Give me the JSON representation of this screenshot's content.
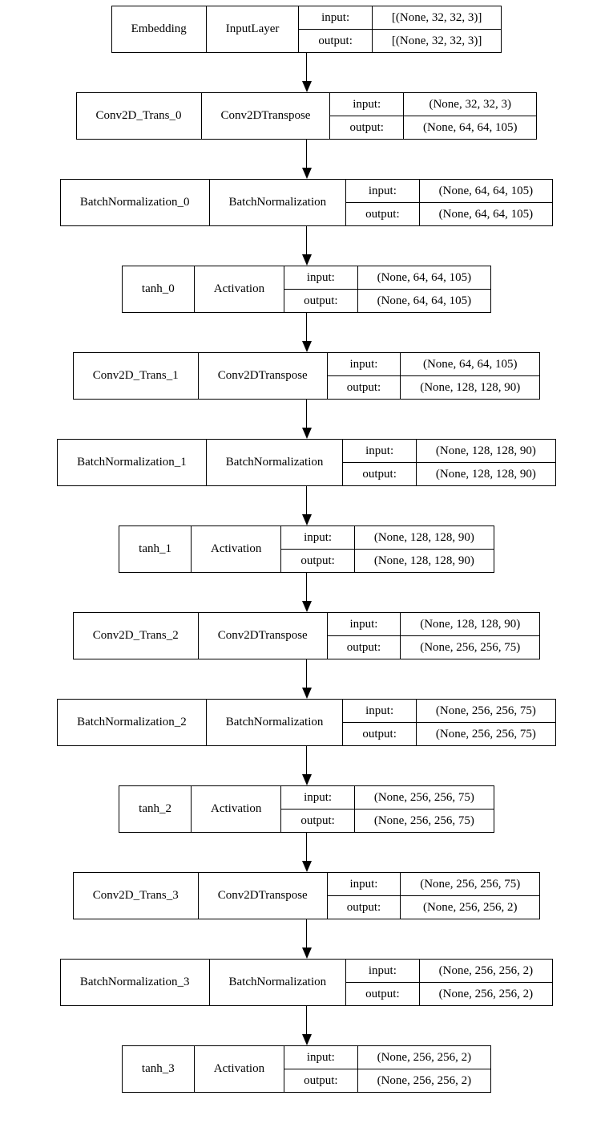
{
  "diagram": {
    "kind": "keras-model-plot",
    "colors": {
      "border": "#000000",
      "background": "#ffffff",
      "text": "#000000"
    },
    "labels": {
      "input": "input:",
      "output": "output:"
    },
    "layers": [
      {
        "name": "Embedding",
        "type": "InputLayer",
        "input_shape": "[(None, 32, 32, 3)]",
        "output_shape": "[(None, 32, 32, 3)]"
      },
      {
        "name": "Conv2D_Trans_0",
        "type": "Conv2DTranspose",
        "input_shape": "(None, 32, 32, 3)",
        "output_shape": "(None, 64, 64, 105)"
      },
      {
        "name": "BatchNormalization_0",
        "type": "BatchNormalization",
        "input_shape": "(None, 64, 64, 105)",
        "output_shape": "(None, 64, 64, 105)"
      },
      {
        "name": "tanh_0",
        "type": "Activation",
        "input_shape": "(None, 64, 64, 105)",
        "output_shape": "(None, 64, 64, 105)"
      },
      {
        "name": "Conv2D_Trans_1",
        "type": "Conv2DTranspose",
        "input_shape": "(None, 64, 64, 105)",
        "output_shape": "(None, 128, 128, 90)"
      },
      {
        "name": "BatchNormalization_1",
        "type": "BatchNormalization",
        "input_shape": "(None, 128, 128, 90)",
        "output_shape": "(None, 128, 128, 90)"
      },
      {
        "name": "tanh_1",
        "type": "Activation",
        "input_shape": "(None, 128, 128, 90)",
        "output_shape": "(None, 128, 128, 90)"
      },
      {
        "name": "Conv2D_Trans_2",
        "type": "Conv2DTranspose",
        "input_shape": "(None, 128, 128, 90)",
        "output_shape": "(None, 256, 256, 75)"
      },
      {
        "name": "BatchNormalization_2",
        "type": "BatchNormalization",
        "input_shape": "(None, 256, 256, 75)",
        "output_shape": "(None, 256, 256, 75)"
      },
      {
        "name": "tanh_2",
        "type": "Activation",
        "input_shape": "(None, 256, 256, 75)",
        "output_shape": "(None, 256, 256, 75)"
      },
      {
        "name": "Conv2D_Trans_3",
        "type": "Conv2DTranspose",
        "input_shape": "(None, 256, 256, 75)",
        "output_shape": "(None, 256, 256, 2)"
      },
      {
        "name": "BatchNormalization_3",
        "type": "BatchNormalization",
        "input_shape": "(None, 256, 256, 2)",
        "output_shape": "(None, 256, 256, 2)"
      },
      {
        "name": "tanh_3",
        "type": "Activation",
        "input_shape": "(None, 256, 256, 2)",
        "output_shape": "(None, 256, 256, 2)"
      }
    ]
  }
}
